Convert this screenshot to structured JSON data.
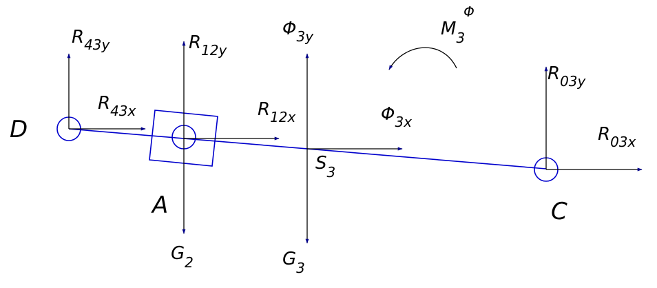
{
  "diagram": {
    "colors": {
      "mechanism": "#0000cc",
      "force_arrow": "#000000",
      "arrow_head": "#00008b",
      "label": "#000000"
    },
    "points": {
      "D": "D",
      "A": "A",
      "C": "C"
    },
    "forces": {
      "R43y": {
        "base": "R",
        "sub": "43y"
      },
      "R43x": {
        "base": "R",
        "sub": "43x"
      },
      "R12y": {
        "base": "R",
        "sub": "12y"
      },
      "R12x": {
        "base": "R",
        "sub": "12x"
      },
      "Phi3y": {
        "base": "Φ",
        "sub": "3y"
      },
      "Phi3x": {
        "base": "Φ",
        "sub": "3x"
      },
      "S3": {
        "base": "S",
        "sub": "3"
      },
      "M3": {
        "base": "M",
        "sub": "3",
        "sup": "Φ"
      },
      "R03y": {
        "base": "R",
        "sub": "03y"
      },
      "R03x": {
        "base": "R",
        "sub": "03x"
      },
      "G2": {
        "base": "G",
        "sub": "2"
      },
      "G3": {
        "base": "G",
        "sub": "3"
      }
    }
  }
}
